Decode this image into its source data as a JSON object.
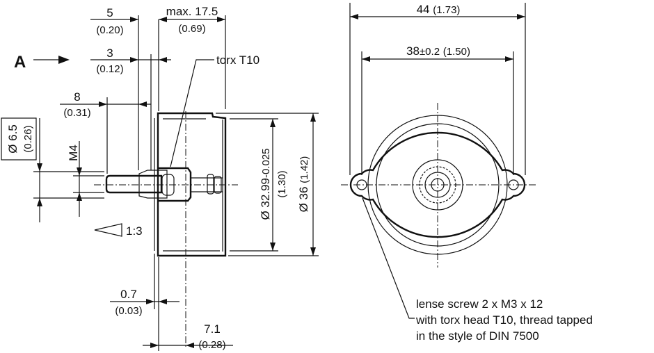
{
  "view_label": "A",
  "side_view": {
    "dim_5": {
      "mm": "5",
      "inch": "(0.20)"
    },
    "dim_max_17_5": {
      "mm": "max. 17.5",
      "inch": "(0.69)"
    },
    "dim_3": {
      "mm": "3",
      "inch": "(0.12)"
    },
    "torx_label": "torx T10",
    "dim_8": {
      "mm": "8",
      "inch": "(0.31)"
    },
    "dim_6_5": {
      "mm": "Ø 6.5",
      "inch": "(0.26)"
    },
    "thread": "M4",
    "taper": "1:3",
    "dim_0_7": {
      "mm": "0.7",
      "inch": "(0.03)"
    },
    "dim_7_1": {
      "mm": "7.1",
      "inch": "(0.28)"
    },
    "dim_32_99": {
      "mm": "Ø 32.99",
      "tol": "-0.025",
      "inch": "(1.30)"
    },
    "dim_36": {
      "mm": "Ø 36",
      "inch": "(1.42)"
    }
  },
  "front_view": {
    "dim_44": {
      "mm": "44",
      "inch": "(1.73)"
    },
    "dim_38": {
      "mm": "38",
      "tol": "±0.2",
      "inch": "(1.50)"
    },
    "note": [
      "lense screw 2 x M3 x 12",
      "with torx head T10, thread tapped",
      "in the style of DIN 7500"
    ]
  }
}
